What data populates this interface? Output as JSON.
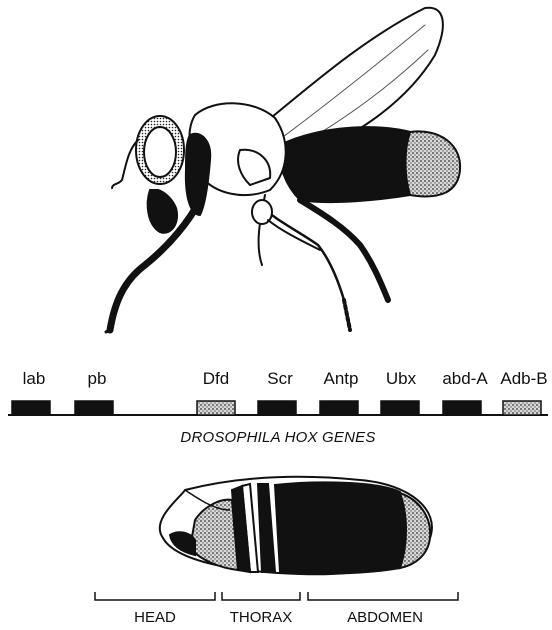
{
  "genes": [
    {
      "label": "lab",
      "fill": "solid"
    },
    {
      "label": "pb",
      "fill": "solid"
    },
    {
      "label": "Dfd",
      "fill": "stipple"
    },
    {
      "label": "Scr",
      "fill": "solid"
    },
    {
      "label": "Antp",
      "fill": "solid"
    },
    {
      "label": "Ubx",
      "fill": "solid"
    },
    {
      "label": "abd-A",
      "fill": "solid"
    },
    {
      "label": "Adb-B",
      "fill": "stipple"
    }
  ],
  "caption": "DROSOPHILA HOX GENES",
  "regions": [
    "HEAD",
    "THORAX",
    "ABDOMEN"
  ],
  "colors": {
    "ink": "#111111",
    "paper": "#ffffff",
    "stipple": "#9a9a9a"
  }
}
